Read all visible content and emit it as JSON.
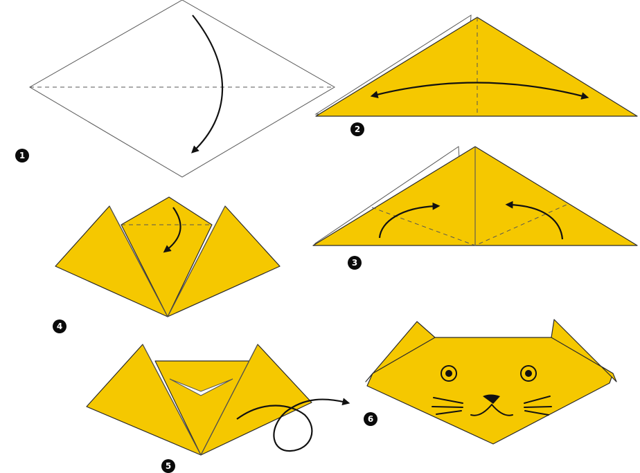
{
  "steps": [
    {
      "number": "1"
    },
    {
      "number": "2"
    },
    {
      "number": "3"
    },
    {
      "number": "4"
    },
    {
      "number": "5"
    },
    {
      "number": "6"
    }
  ],
  "colors": {
    "paper": "#f5c800",
    "outline": "#2a2a2a",
    "badge": "#0a0a0a"
  },
  "icons": [
    "curved-arrow-icon",
    "double-arrow-icon",
    "loop-arrow-icon",
    "step-badge-icon"
  ]
}
